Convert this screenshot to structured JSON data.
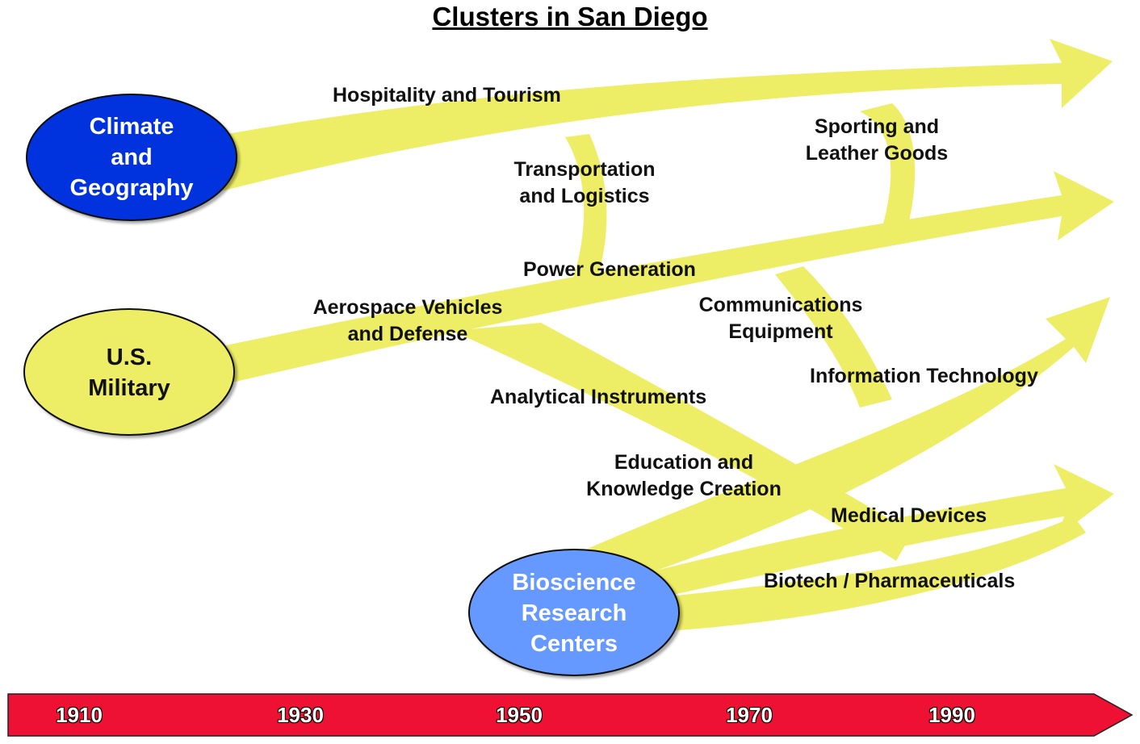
{
  "title": "Clusters in San Diego",
  "colors": {
    "arrow_fill": "#eeee66",
    "climate_node": "#0033dd",
    "military_node": "#eeee66",
    "bioscience_node": "#6699ff",
    "timeline": "#ee1133"
  },
  "nodes": {
    "climate": "Climate\nand\nGeography",
    "military": "U.S.\nMilitary",
    "bioscience": "Bioscience\nResearch\nCenters"
  },
  "clusters": {
    "hospitality": "Hospitality and Tourism",
    "sporting": "Sporting and\nLeather Goods",
    "transportation": "Transportation\nand Logistics",
    "power": "Power Generation",
    "aerospace": "Aerospace Vehicles\nand Defense",
    "communications": "Communications\nEquipment",
    "information_technology": "Information Technology",
    "analytical": "Analytical Instruments",
    "education": "Education and\nKnowledge Creation",
    "medical": "Medical Devices",
    "biotech": "Biotech / Pharmaceuticals"
  },
  "timeline": {
    "years": [
      "1910",
      "1930",
      "1950",
      "1970",
      "1990"
    ]
  }
}
